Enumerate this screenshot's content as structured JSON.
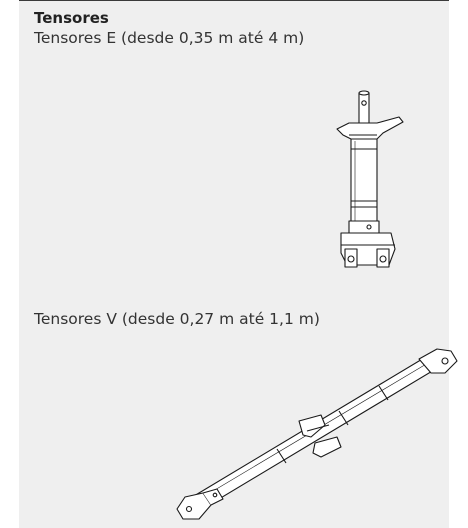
{
  "section": {
    "title": "Tensores",
    "items": [
      {
        "label": "Tensores E (desde 0,35 m até 4 m)",
        "illustration": "tensor-e-illustration"
      },
      {
        "label": "Tensores V (desde 0,27 m até 1,1 m)",
        "illustration": "tensor-v-illustration"
      }
    ]
  },
  "colors": {
    "panel_background": "#efefef",
    "top_rule": "#3a3a3a",
    "line_art": "#1a1a1a"
  }
}
